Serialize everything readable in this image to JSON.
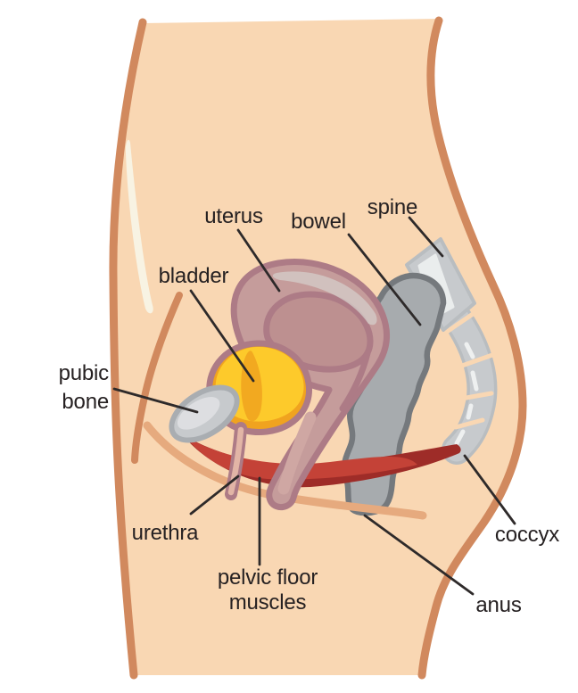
{
  "diagram": {
    "labels": {
      "uterus": "uterus",
      "bowel": "bowel",
      "spine": "spine",
      "bladder": "bladder",
      "pubic_bone": {
        "line1": "pubic",
        "line2": "bone"
      },
      "urethra": "urethra",
      "pelvic_floor": {
        "line1": "pelvic floor",
        "line2": "muscles"
      },
      "coccyx": "coccyx",
      "anus": "anus"
    },
    "colors": {
      "bg": "#ffffff",
      "skin": "#f9d7b3",
      "outline": "#d1895e",
      "crease": "#e6aa7e",
      "sliver": "#f8f3e3",
      "uterus-fill": "#c59c9b",
      "uterus-inner": "#bd9090",
      "uterus-outline": "#ad7b86",
      "uterus-sheen": "#d3cac7",
      "canal-core": "#cfa7a3",
      "urethra-core": "#e2b5a6",
      "bladder-fill": "#fdca2b",
      "bladder-shade": "#f0a31f",
      "pubic-fill": "#c7cacd",
      "pubic-outline": "#a9adb1",
      "pubic-sheen": "#e0e2e4",
      "muscle-fill": "#c44237",
      "muscle-dark": "#9e2c28",
      "bowel-fill": "#a7abae",
      "bowel-outline": "#75797d",
      "spine-fill": "#c7cacd",
      "spine-outline": "#b9bdc0",
      "spine-hl": "#eef0f0",
      "leader": "#2e2a2a",
      "text": "#262122"
    }
  }
}
